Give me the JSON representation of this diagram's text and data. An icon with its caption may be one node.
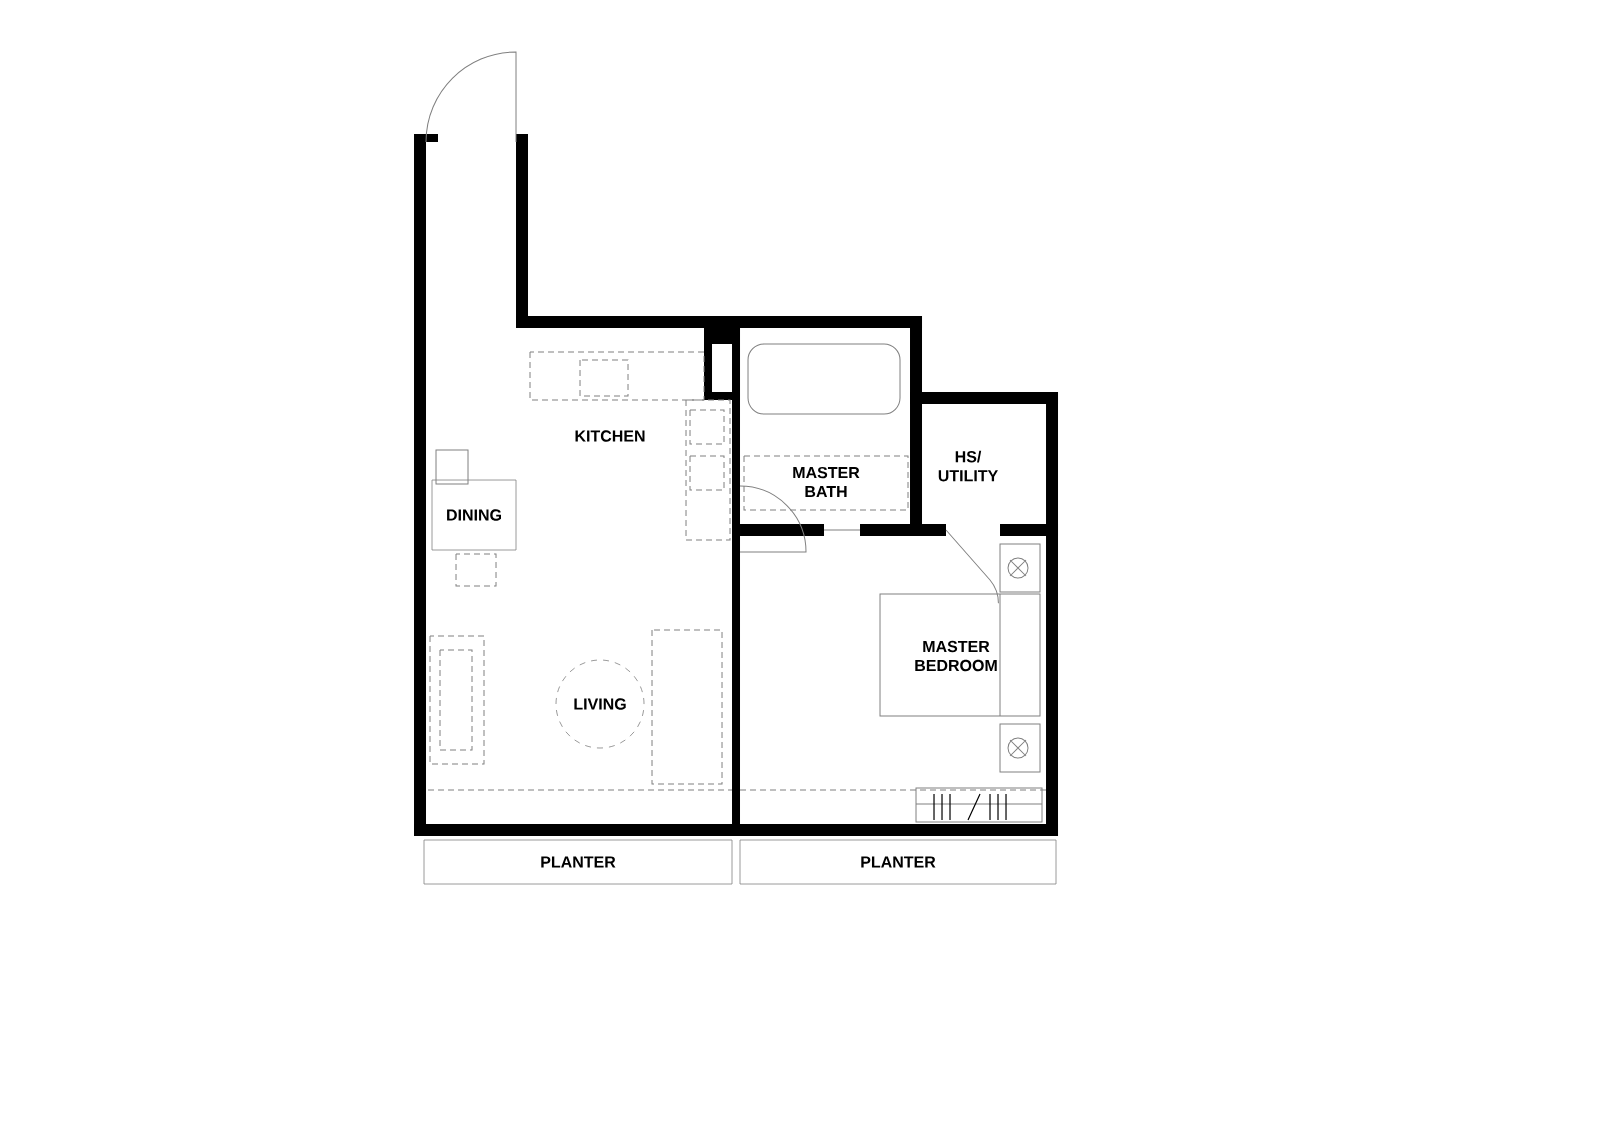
{
  "diagram": {
    "nodes": [
      {
        "text": [
          "DINING"
        ]
      },
      {
        "text": [
          "LIVING"
        ]
      },
      {
        "text": [
          "PLANTER"
        ]
      },
      {
        "text": [
          "PLANTER"
        ]
      }
    ],
    "labels": [
      "KITCHEN",
      "MASTER BATH",
      "HS/ UTILITY",
      "MASTER BEDROOM"
    ]
  }
}
